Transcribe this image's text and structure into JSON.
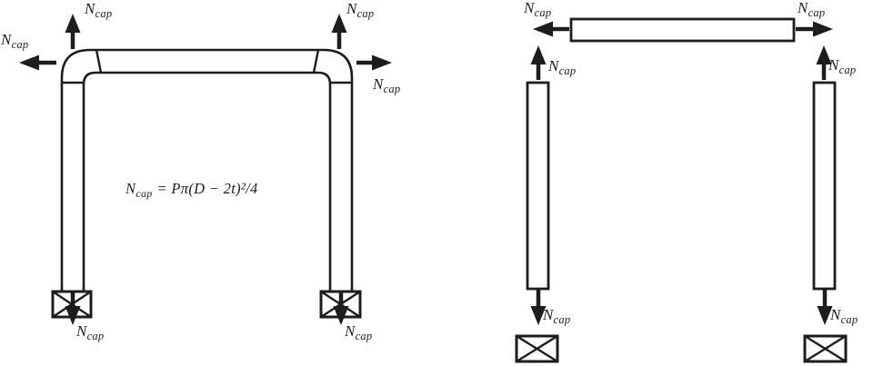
{
  "colors": {
    "ink": "#1d1d1d",
    "background": "#ffffff"
  },
  "labels": {
    "ncap": {
      "symbol": "N",
      "subscript": "cap"
    }
  },
  "formula": {
    "symbol": "N",
    "subscript": "cap",
    "rest": "= Pπ(D − 2t)²/4"
  }
}
